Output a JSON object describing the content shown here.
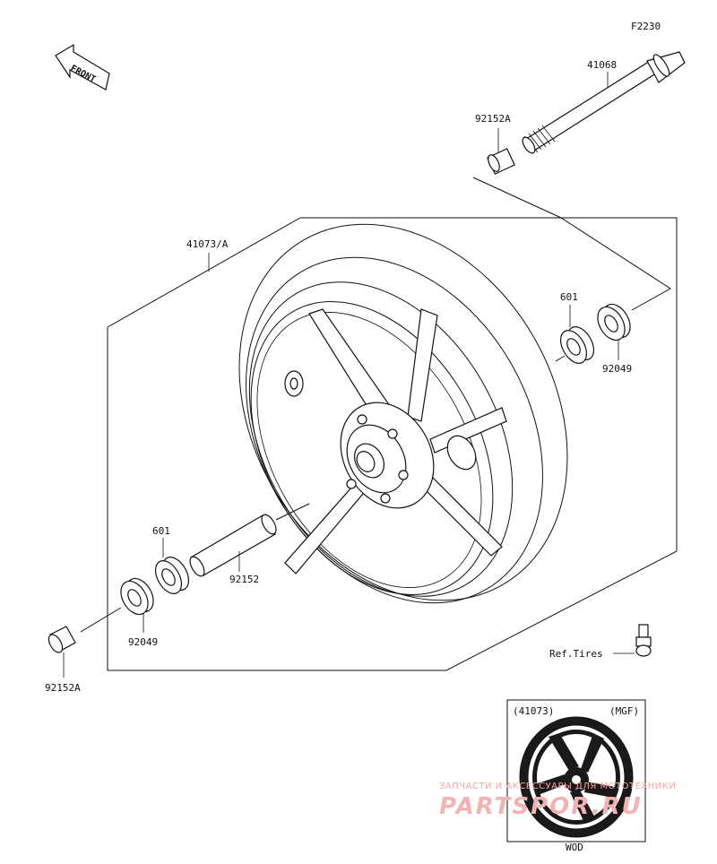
{
  "figure_code": "F2230",
  "front_arrow_label": "FRONT",
  "parts": {
    "axle": "41068",
    "collar_top": "92152A",
    "wheel": "41073/A",
    "bearing_right": "601",
    "seal_right": "92049",
    "bearing_left": "601",
    "spacer": "92152",
    "seal_left": "92049",
    "collar_bottom": "92152A",
    "valve_ref": "Ref.Tires"
  },
  "inset": {
    "part_number": "(41073)",
    "variant": "(MGF)",
    "color_code": "WOD"
  },
  "watermark": {
    "top_line": "ЗАПЧАСТИ И АКСЕССУАРЫ ДЛЯ МОТОТЕХНИКИ",
    "brand": "PARTSPOR.RU"
  }
}
